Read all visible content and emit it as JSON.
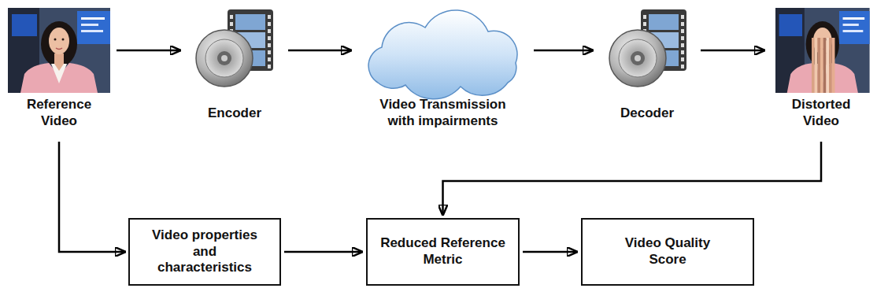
{
  "diagram": {
    "nodes": [
      {
        "text": [
          "Reference Video"
        ]
      },
      {
        "text": [
          "Encoder"
        ]
      },
      {
        "text": [
          "Video Transmission with impairments"
        ]
      },
      {
        "text": [
          "Decoder"
        ]
      },
      {
        "text": [
          "Distorted Video"
        ]
      },
      {
        "text": [
          "Video properties and characteristics"
        ]
      },
      {
        "text": [
          "Reduced Reference Metric"
        ]
      },
      {
        "text": [
          "Video Quality Score"
        ]
      }
    ],
    "edges": [
      {
        "from": 0,
        "to": 1,
        "arrow": "to"
      },
      {
        "from": 1,
        "to": 2,
        "arrow": "to"
      },
      {
        "from": 2,
        "to": 3,
        "arrow": "to"
      },
      {
        "from": 3,
        "to": 4,
        "arrow": "to"
      },
      {
        "from": 0,
        "to": 5,
        "arrow": "to"
      },
      {
        "from": 4,
        "to": 6,
        "arrow": "to"
      },
      {
        "from": 5,
        "to": 6,
        "arrow": "to"
      },
      {
        "from": 6,
        "to": 7,
        "arrow": "to"
      }
    ]
  }
}
